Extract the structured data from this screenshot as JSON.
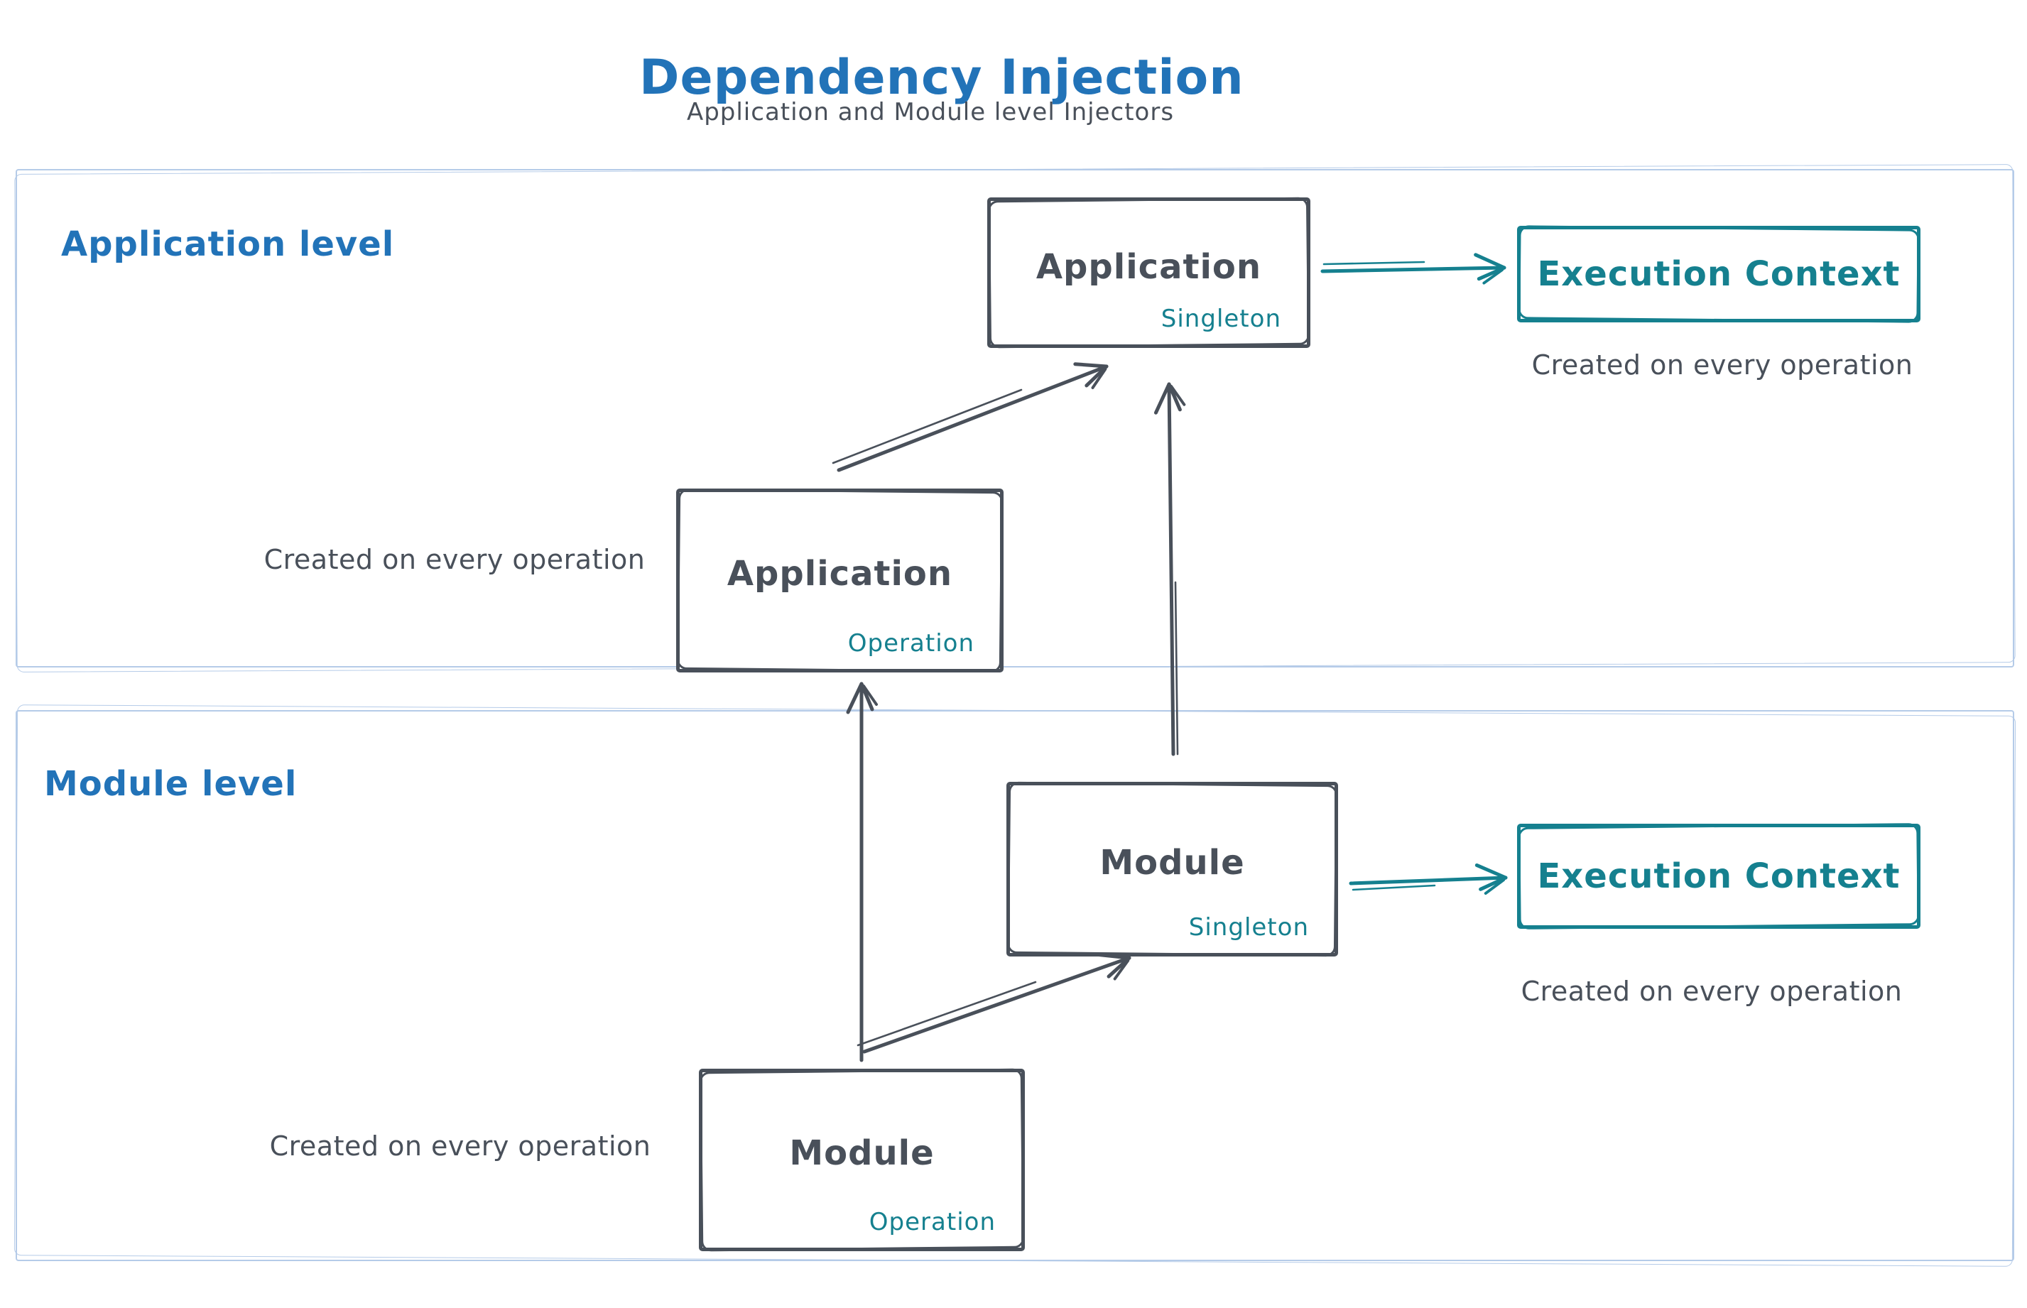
{
  "colors": {
    "blue": "#2273b8",
    "dark": "#49505a",
    "teal": "#15808f",
    "light": "#b5cbe8",
    "background": "#ffffff"
  },
  "header": {
    "title": "Dependency Injection",
    "subtitle": "Application and Module level Injectors"
  },
  "application_level": {
    "label": "Application level",
    "singleton_box": {
      "name": "Application",
      "scope": "Singleton"
    },
    "operation_box": {
      "name": "Application",
      "scope": "Operation"
    },
    "operation_box_caption": "Created on every operation",
    "execution_context": {
      "label": "Execution Context",
      "caption": "Created on every operation"
    }
  },
  "module_level": {
    "label": "Module level",
    "singleton_box": {
      "name": "Module",
      "scope": "Singleton"
    },
    "operation_box": {
      "name": "Module",
      "scope": "Operation"
    },
    "operation_box_caption": "Created on every operation",
    "execution_context": {
      "label": "Execution Context",
      "caption": "Created on every operation"
    }
  }
}
